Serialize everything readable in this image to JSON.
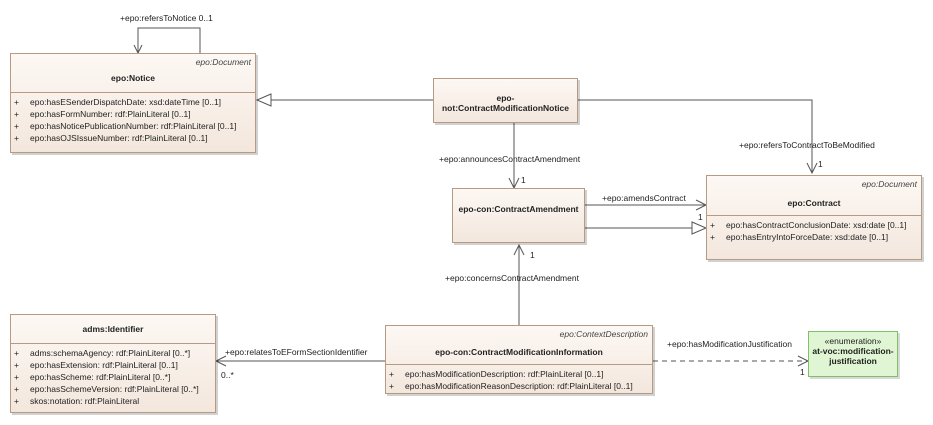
{
  "classes": {
    "notice": {
      "stereotype": "epo:Document",
      "name": "epo:Notice",
      "attributes": [
        {
          "vis": "+",
          "text": "epo:hasESenderDispatchDate: xsd:dateTime [0..1]"
        },
        {
          "vis": "+",
          "text": "epo:hasFormNumber: rdf:PlainLiteral [0..1]"
        },
        {
          "vis": "+",
          "text": "epo:hasNoticePublicationNumber: rdf:PlainLiteral [0..1]"
        },
        {
          "vis": "+",
          "text": "epo:hasOJSIssueNumber: rdf:PlainLiteral [0..1]"
        }
      ]
    },
    "cmn": {
      "name": "epo-not:ContractModificationNotice"
    },
    "amendment": {
      "name": "epo-con:ContractAmendment"
    },
    "contract": {
      "stereotype": "epo:Document",
      "name": "epo:Contract",
      "attributes": [
        {
          "vis": "+",
          "text": "epo:hasContractConclusionDate: xsd:date [0..1]"
        },
        {
          "vis": "+",
          "text": "epo:hasEntryIntoForceDate: xsd:date [0..1]"
        }
      ]
    },
    "identifier": {
      "name": "adms:Identifier",
      "attributes": [
        {
          "vis": "+",
          "text": "adms:schemaAgency: rdf:PlainLiteral [0..*]"
        },
        {
          "vis": "+",
          "text": "epo:hasExtension: rdf:PlainLiteral [0..1]"
        },
        {
          "vis": "+",
          "text": "epo:hasScheme: rdf:PlainLiteral [0..*]"
        },
        {
          "vis": "+",
          "text": "epo:hasSchemeVersion: rdf:PlainLiteral [0..*]"
        },
        {
          "vis": "+",
          "text": "skos:notation: rdf:PlainLiteral"
        }
      ]
    },
    "cmi": {
      "stereotype": "epo:ContextDescription",
      "name": "epo-con:ContractModificationInformation",
      "attributes": [
        {
          "vis": "+",
          "text": "epo:hasModificationDescription: rdf:PlainLiteral [0..1]"
        },
        {
          "vis": "+",
          "text": "epo:hasModificationReasonDescription: rdf:PlainLiteral [0..1]"
        }
      ]
    },
    "enum": {
      "stereotype": "«enumeration»",
      "name_line1": "at-voc:modification-",
      "name_line2": "justification"
    }
  },
  "associations": {
    "refers_to_notice": {
      "label": "+epo:refersToNotice 0..1"
    },
    "announces": {
      "label": "+epo:announcesContractAmendment",
      "multiplicity": "1"
    },
    "refers_to_contract": {
      "label": "+epo:refersToContractToBeModified",
      "multiplicity": "1"
    },
    "amends": {
      "label": "+epo:amendsContract",
      "multiplicity": "1"
    },
    "concerns": {
      "label": "+epo:concernsContractAmendment",
      "multiplicity": "1"
    },
    "relates": {
      "label": "+epo:relatesToEFormSectionIdentifier",
      "multiplicity": "0..*"
    },
    "justification": {
      "label": "+epo:hasModificationJustification",
      "multiplicity": "1"
    }
  },
  "colors": {
    "class_border": "#b79a84",
    "class_fill": "#f6ece4",
    "enum_border": "#7fbf6a",
    "enum_fill": "#dff5d3",
    "line": "#555555"
  }
}
